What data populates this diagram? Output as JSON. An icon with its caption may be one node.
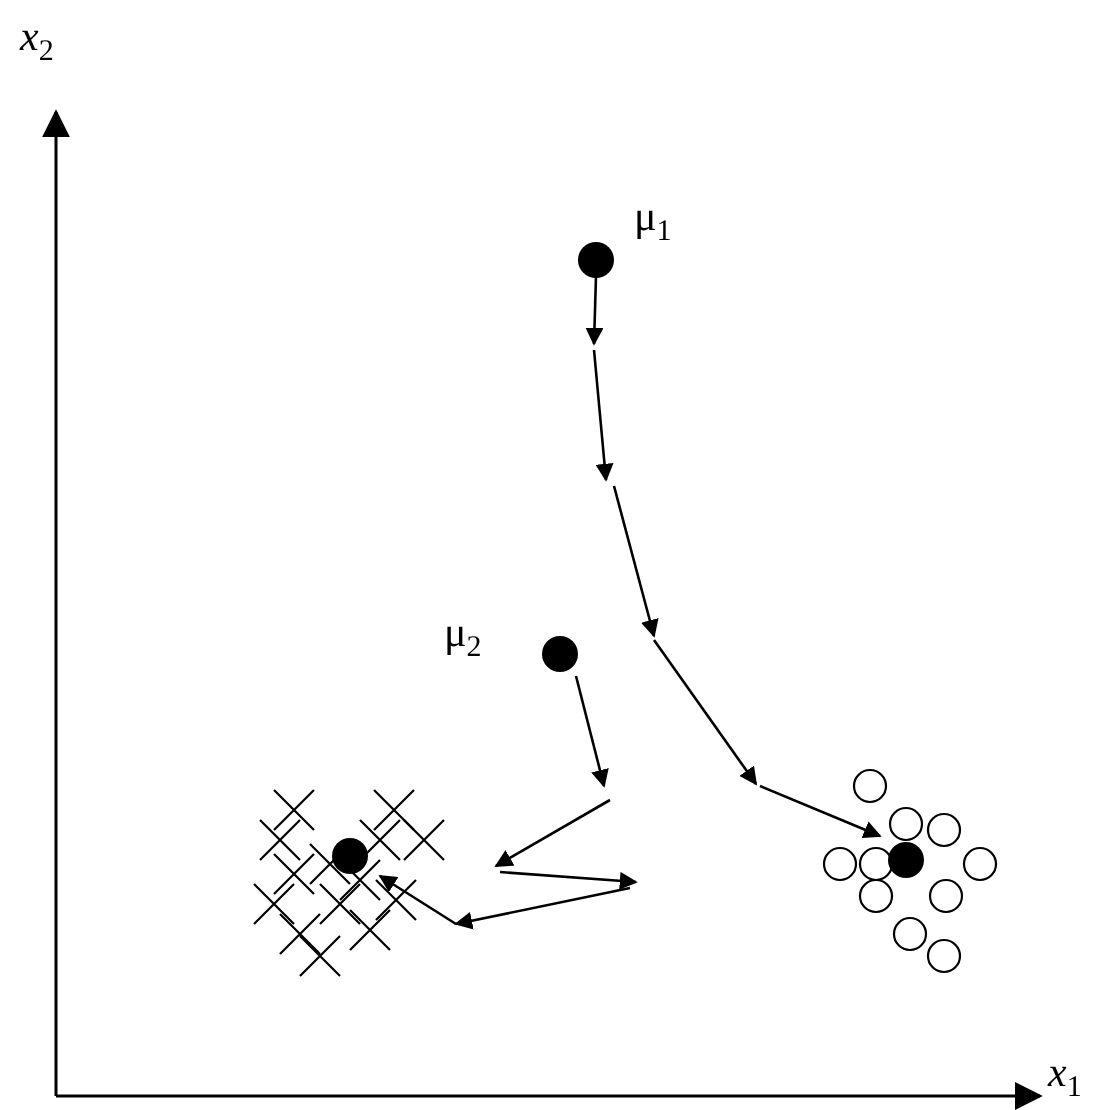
{
  "diagram": {
    "labels": [
      "*x*$_{2}$",
      "μ$_{1}$",
      "μ$_{2}$",
      "*x*$_{1}$"
    ]
  }
}
